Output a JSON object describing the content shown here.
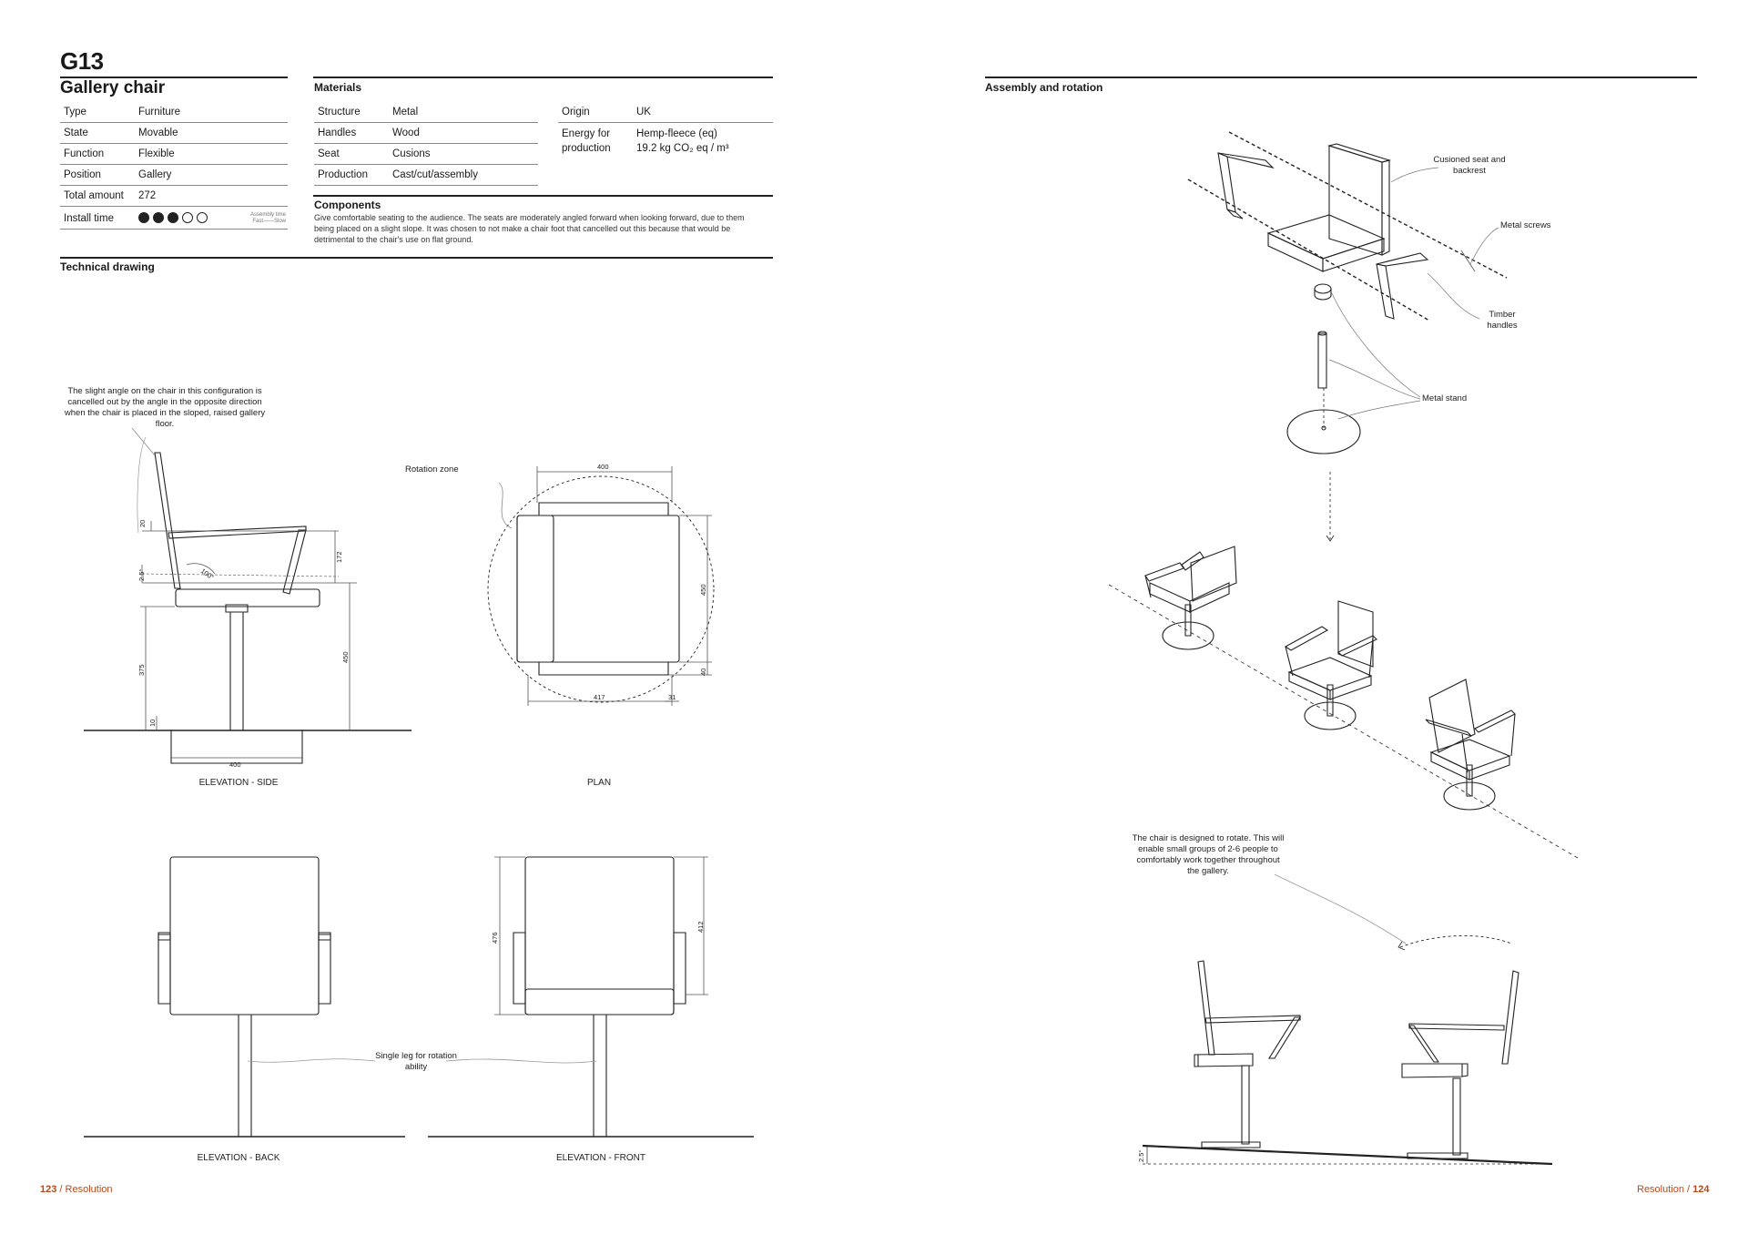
{
  "left_page": {
    "code": "G13",
    "title": "Gallery chair",
    "specs": [
      {
        "key": "Type",
        "value": "Furniture"
      },
      {
        "key": "State",
        "value": "Movable"
      },
      {
        "key": "Function",
        "value": "Flexible"
      },
      {
        "key": "Position",
        "value": "Gallery"
      },
      {
        "key": "Total amount",
        "value": "272"
      }
    ],
    "install_time": {
      "key": "Install time",
      "filled": 3,
      "total": 5,
      "legend_line1": "Assembly time",
      "legend_line2": "Fast——Slow"
    },
    "materials": {
      "heading": "Materials",
      "rows": [
        {
          "key": "Structure",
          "value": "Metal"
        },
        {
          "key": "Handles",
          "value": "Wood"
        },
        {
          "key": "Seat",
          "value": "Cusions"
        },
        {
          "key": "Production",
          "value": "Cast/cut/assembly"
        }
      ],
      "origin_key": "Origin",
      "origin_value": "UK",
      "energy_key": "Energy for production",
      "energy_value_line1": "Hemp-fleece (eq)",
      "energy_value_line2": "19.2 kg CO₂ eq / m³"
    },
    "components": {
      "heading": "Components",
      "text": "Give comfortable seating to the audience. The seats are moderately angled forward when looking forward, due to them being placed on a slight slope. It was chosen to not make a chair foot that cancelled out this because that would be detrimental to the chair's use on flat ground."
    },
    "technical_heading": "Technical drawing",
    "side_note": "The slight angle on the chair in this configuration is cancelled out by the angle in the opposite direction when the chair is placed in the sloped, raised gallery floor.",
    "rotation_zone": "Rotation zone",
    "single_leg": "Single leg for rotation ability",
    "labels": {
      "elevation_side": "ELEVATION - SIDE",
      "plan": "PLAN",
      "elevation_back": "ELEVATION - BACK",
      "elevation_front": "ELEVATION - FRONT"
    },
    "dims": {
      "d20": "20",
      "d25": "2.5°",
      "d100": "100°",
      "d172": "172",
      "d375": "375",
      "d450": "450",
      "d10": "10",
      "d400": "400",
      "p400": "400",
      "p450": "450",
      "p40": "40",
      "p417": "417",
      "p31": "31",
      "f476": "476",
      "f412": "412"
    },
    "footer_num": "123",
    "footer_sep": "/",
    "footer_text": "Resolution"
  },
  "right_page": {
    "heading": "Assembly and rotation",
    "callouts": {
      "seat": "Cusioned seat and backrest",
      "screws": "Metal screws",
      "handles": "Timber handles",
      "stand": "Metal stand"
    },
    "rotate_note": "The chair is designed to rotate. This will enable small groups of 2-6 people to comfortably work together throughout the gallery.",
    "slope": "2.5°",
    "footer_text": "Resolution",
    "footer_sep": "/",
    "footer_num": "124"
  }
}
